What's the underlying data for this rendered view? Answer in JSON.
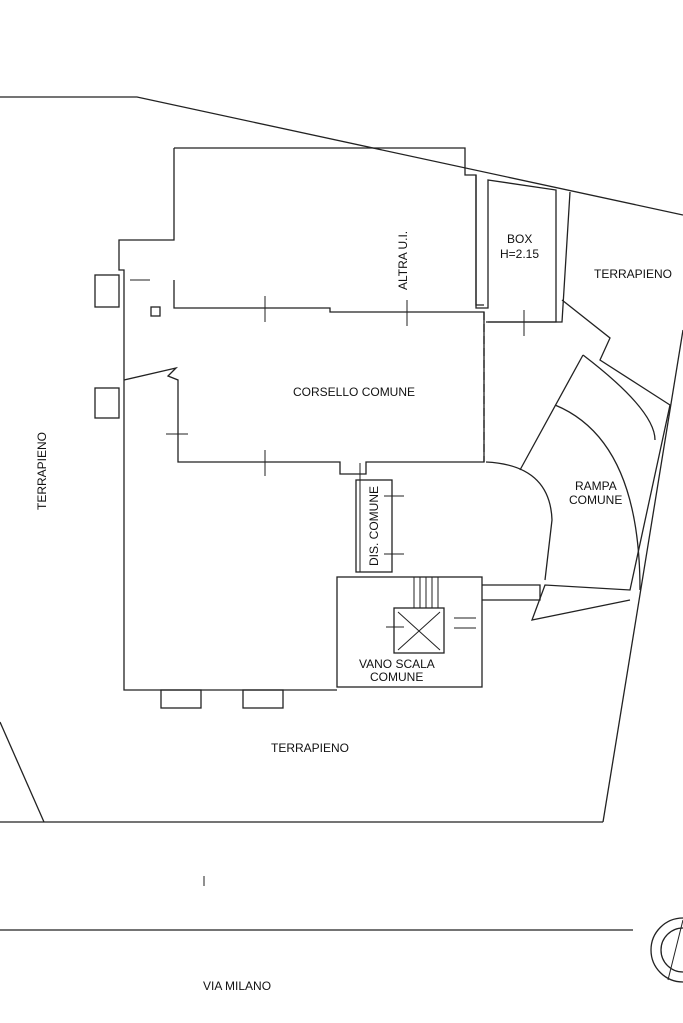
{
  "labels": {
    "altra_ui": "ALTRA U.I.",
    "box_line1": "BOX",
    "box_line2": "H=2.15",
    "terrapieno_top_right": "TERRAPIENO",
    "terrapieno_left": "TERRAPIENO",
    "terrapieno_bottom": "TERRAPIENO",
    "corsello": "CORSELLO COMUNE",
    "rampa_line1": "RAMPA",
    "rampa_line2": "COMUNE",
    "dis_comune": "DIS. COMUNE",
    "vano_line1": "VANO SCALA",
    "vano_line2": "COMUNE",
    "street": "VIA MILANO"
  },
  "colors": {
    "line": "#222222",
    "background": "#ffffff"
  }
}
